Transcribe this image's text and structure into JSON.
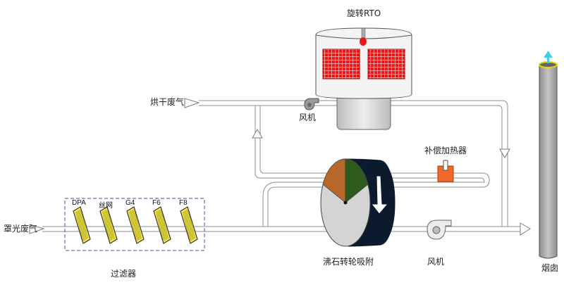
{
  "labels": {
    "rto": "旋转RTO",
    "dry_exhaust": "烘干废气",
    "fan_top": "风机",
    "heater": "补偿加热器",
    "uv_exhaust": "罩光废气",
    "filter_group": "过滤器",
    "zeolite_wheel": "沸石转轮吸附",
    "fan_bottom": "风机",
    "chimney": "烟囱"
  },
  "filters": [
    "DPA",
    "丝网",
    "G4",
    "F6",
    "F8"
  ],
  "colors": {
    "pipe": "#9a9a9a",
    "rto_panel": "#e81818",
    "rto_grid": "#ffb0b0",
    "heater": "#f26a2a",
    "wheel_brown": "#b5682a",
    "wheel_green": "#2f5a1e",
    "wheel_grey": "#d4d4d4",
    "wheel_dark": "#0c1a2e",
    "filter_yellow": "#f2e84a",
    "dashed_box": "#4b4ba8",
    "chimney": "#a9a9a9",
    "cyan_arrow": "#3ad0e6"
  }
}
